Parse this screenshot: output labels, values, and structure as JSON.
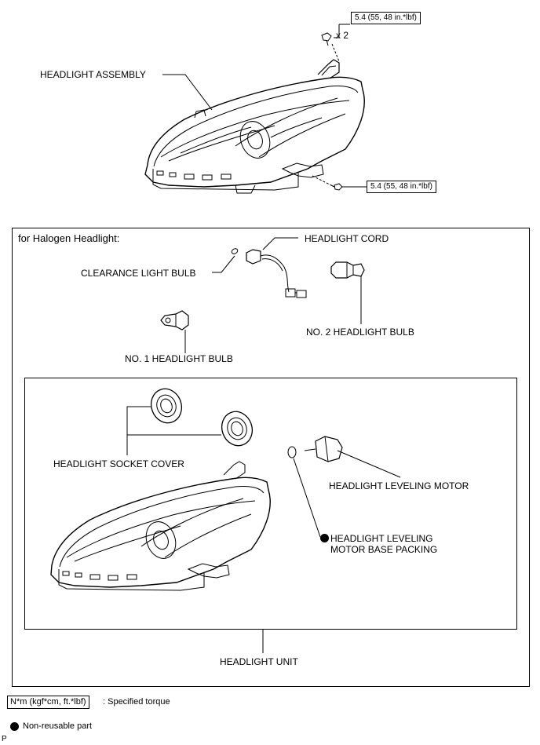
{
  "top": {
    "assembly_label": "HEADLIGHT ASSEMBLY",
    "torque_top": "5.4 (55, 48 in.*lbf)",
    "torque_qty": "x 2",
    "torque_bottom": "5.4 (55, 48 in.*lbf)"
  },
  "halogen_section": {
    "title": "for Halogen Headlight:",
    "cord_label": "HEADLIGHT CORD",
    "clearance_label": "CLEARANCE LIGHT BULB",
    "no2_label": "NO. 2 HEADLIGHT BULB",
    "no1_label": "NO. 1 HEADLIGHT BULB"
  },
  "unit_section": {
    "socket_cover_label": "HEADLIGHT SOCKET COVER",
    "leveling_motor_label": "HEADLIGHT LEVELING MOTOR",
    "packing_label_line1": "HEADLIGHT LEVELING",
    "packing_label_line2": "MOTOR BASE PACKING",
    "unit_label": "HEADLIGHT UNIT"
  },
  "legend": {
    "torque_unit": "N*m (kgf*cm, ft.*lbf)",
    "torque_desc": ": Specified torque",
    "nonreusable_desc": "Non-reusable part"
  },
  "corner_mark": "P"
}
